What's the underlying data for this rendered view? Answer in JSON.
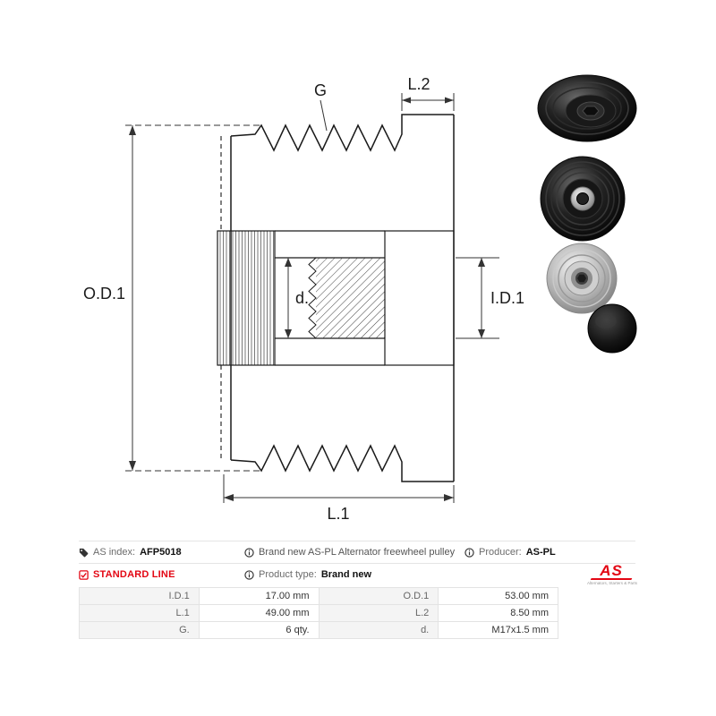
{
  "colors": {
    "accent_red": "#e30613",
    "line_color": "#1a1a1a"
  },
  "icons": {
    "as_index": "tag-icon",
    "detail": "info-circle-icon",
    "standard_line": "checked-box-icon"
  },
  "drawing": {
    "labels": {
      "g": "G",
      "l2": "L.2",
      "od1": "O.D.1",
      "d": "d.",
      "id1": "I.D.1",
      "l1": "L.1"
    }
  },
  "info": {
    "as_index_label": "AS index:",
    "as_index_value": "AFP5018",
    "standard_line": "STANDARD LINE",
    "description": "Brand new AS-PL Alternator freewheel pulley",
    "product_type_label": "Product type:",
    "product_type_value": "Brand new",
    "producer_label": "Producer:",
    "producer_value": "AS-PL",
    "logo_text": "AS",
    "logo_subtext": "Alternators, Starters & Parts"
  },
  "spec_table": {
    "rows": [
      {
        "label1": "I.D.1",
        "value1": "17.00 mm",
        "label2": "O.D.1",
        "value2": "53.00 mm"
      },
      {
        "label1": "L.1",
        "value1": "49.00 mm",
        "label2": "L.2",
        "value2": "8.50 mm"
      },
      {
        "label1": "G.",
        "value1": "6 qty.",
        "label2": "d.",
        "value2": "M17x1.5 mm"
      }
    ]
  }
}
